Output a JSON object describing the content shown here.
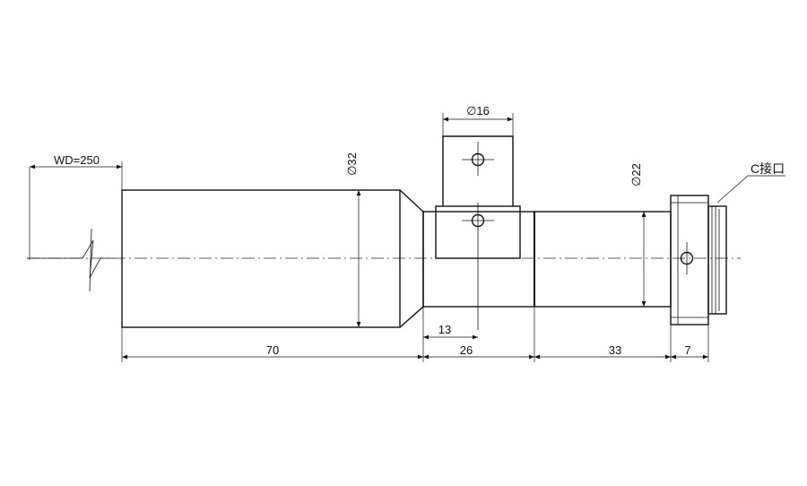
{
  "dimensions": {
    "wd": "WD=250",
    "dia_32": "∅32",
    "dia_16": "∅16",
    "dia_22": "∅22",
    "len_70": "70",
    "len_26": "26",
    "len_13": "13",
    "len_33": "33",
    "len_7": "7"
  },
  "labels": {
    "mount": "C接口"
  }
}
